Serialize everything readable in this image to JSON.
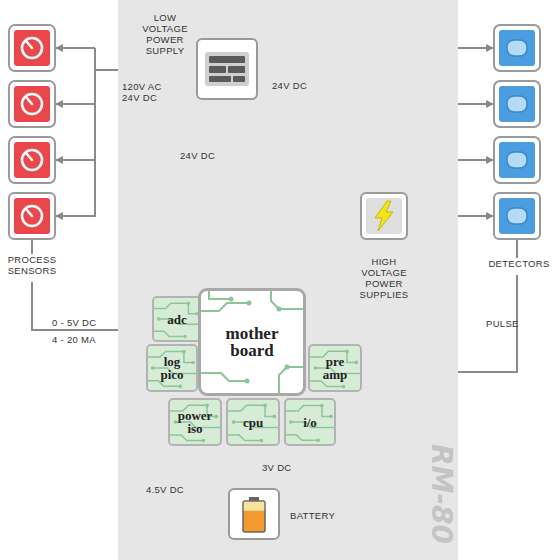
{
  "diagram": {
    "nodes": [
      {
        "text": [
          "RM-80"
        ]
      },
      {
        "text": [
          "LOW VOLTAGE POWER SUPPLY"
        ],
        "in": 0
      },
      {
        "text": [
          "PROCESS SENSORS"
        ]
      },
      {
        "text": [
          "HIGH VOLTAGE POWER SUPPLIES"
        ],
        "in": 0
      },
      {
        "text": [
          "DETECTORS"
        ]
      },
      {
        "text": [
          "mother board"
        ],
        "in": 0
      },
      {
        "text": [
          "adc"
        ],
        "in": 0
      },
      {
        "text": [
          "log pico"
        ],
        "in": 0
      },
      {
        "text": [
          "pre amp"
        ],
        "in": 0
      },
      {
        "text": [
          "power iso"
        ],
        "in": 0
      },
      {
        "text": [
          "cpu"
        ],
        "in": 0
      },
      {
        "text": [
          "i/o"
        ],
        "in": 0
      },
      {
        "text": [
          "BATTERY"
        ],
        "in": 0
      }
    ],
    "edges": [
      {
        "from": 1,
        "to": 2,
        "arrow": "to"
      },
      {
        "from": 1,
        "to": 3,
        "label": "24V DC",
        "arrow": "to"
      },
      {
        "from": 3,
        "to": 4,
        "arrow": "to"
      },
      {
        "from": 1,
        "to": 5,
        "label": "24V DC",
        "arrow": "to"
      },
      {
        "from": 2,
        "to": 6,
        "arrow": "to"
      },
      {
        "from": 4,
        "to": 8,
        "label": "PULSE",
        "arrow": "to"
      },
      {
        "from": 9,
        "to": 12,
        "label": "4.5V DC",
        "arrow": "to"
      },
      {
        "from": 12,
        "to": 10,
        "label": "3V DC",
        "arrow": "to"
      }
    ],
    "labels": [
      "120V AC",
      "24V DC",
      "0 - 5V DC",
      "4 - 20 MA"
    ]
  }
}
